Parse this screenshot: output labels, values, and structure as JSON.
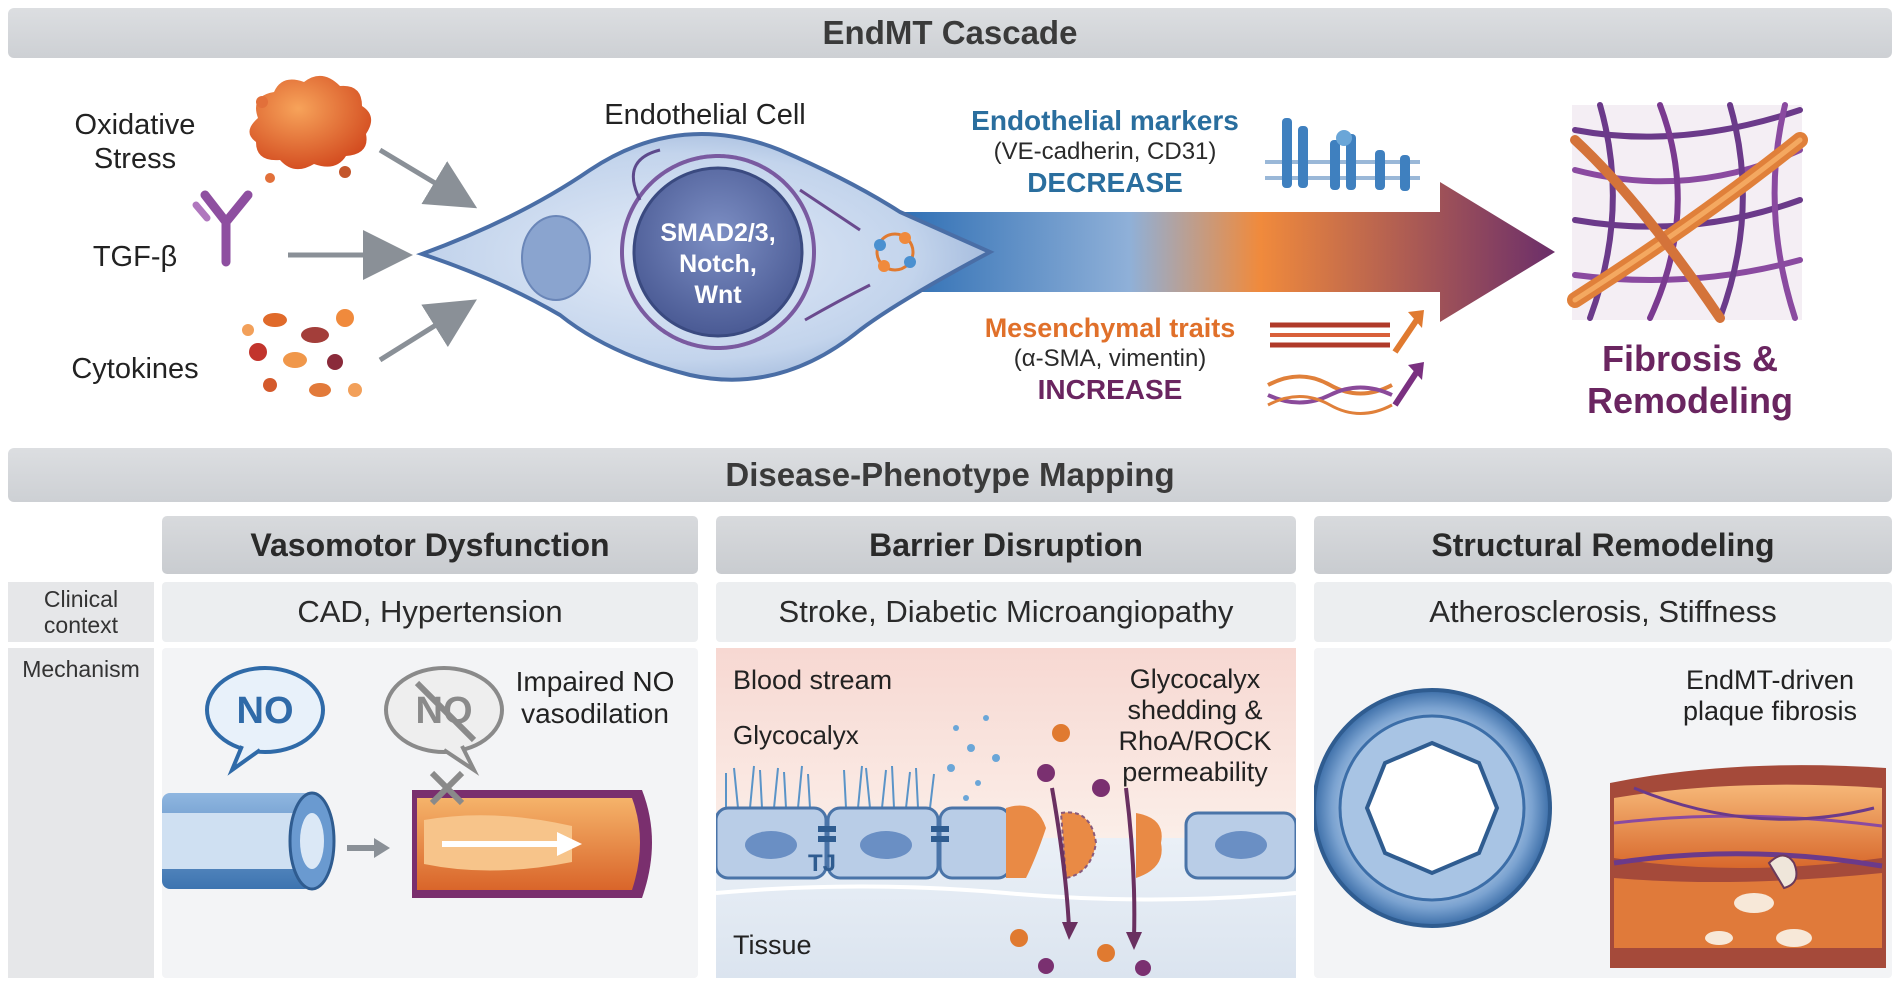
{
  "header": {
    "title": "EndMT Cascade"
  },
  "cascade": {
    "inputs": [
      {
        "label_line1": "Oxidative",
        "label_line2": "Stress",
        "icon": "oxidative-stress-cloud-icon"
      },
      {
        "label_line1": "TGF-β",
        "icon": "antibody-icon"
      },
      {
        "label_line1": "Cytokines",
        "icon": "cytokine-particles-icon"
      }
    ],
    "cell_label": "Endothelial Cell",
    "nucleus_lines": [
      "SMAD2/3,",
      "Notch,",
      "Wnt"
    ],
    "endothelial": {
      "title": "Endothelial markers",
      "detail": "(VE-cadherin, CD31)",
      "change": "DECREASE"
    },
    "mesenchymal": {
      "title": "Mesenchymal traits",
      "detail": "(α-SMA, vimentin)",
      "change": "INCREASE"
    },
    "outcome_line1": "Fibrosis &",
    "outcome_line2": "Remodeling"
  },
  "mapping": {
    "title": "Disease-Phenotype Mapping",
    "row_labels": {
      "context_line1": "Clinical",
      "context_line2": "context",
      "mechanism": "Mechanism"
    },
    "columns": [
      {
        "heading": "Vasomotor Dysfunction",
        "context": "CAD, Hypertension",
        "bubble_no": "NO",
        "bubble_no_crossed": "NO",
        "caption_line1": "Impaired NO",
        "caption_line2": "vasodilation"
      },
      {
        "heading": "Barrier Disruption",
        "context": "Stroke, Diabetic Microangiopathy",
        "blood_stream": "Blood stream",
        "glycocalyx": "Glycocalyx",
        "tj": "TJ",
        "tissue": "Tissue",
        "caption_lines": [
          "Glycocalyx",
          "shedding &",
          "RhoA/ROCK",
          "permeability"
        ]
      },
      {
        "heading": "Structural Remodeling",
        "context": "Atherosclerosis, Stiffness",
        "caption_line1": "EndMT-driven",
        "caption_line2": "plaque fibrosis"
      }
    ]
  },
  "colors": {
    "blue_text": "#2a6e9e",
    "orange_text": "#e0702a",
    "purple_text": "#6a2560",
    "cell_fill": "#c7d7ee",
    "nucleus": "#5c6fa8",
    "arrow_orange": "#f08a3c",
    "arrow_purple": "#6b2e6a"
  }
}
